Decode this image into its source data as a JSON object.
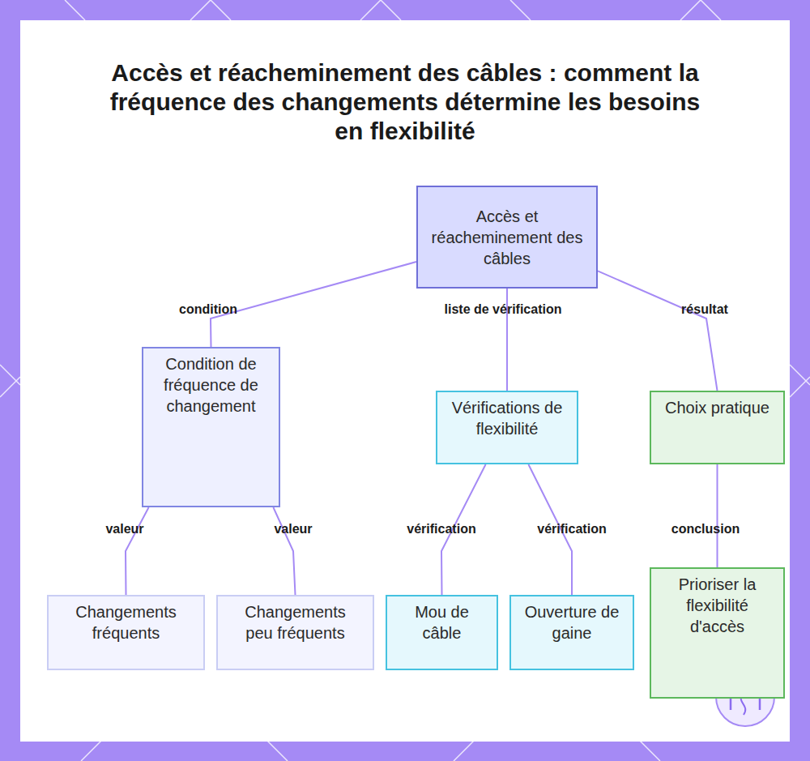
{
  "diagram": {
    "title": "Accès et réacheminement des câbles : comment la fréquence des changements détermine les besoins en flexibilité",
    "nodes": [
      {
        "text": [
          "Accès et réacheminement des câbles"
        ]
      },
      {
        "text": [
          "Condition de fréquence de changement"
        ]
      },
      {
        "text": [
          "Vérifications de flexibilité"
        ]
      },
      {
        "text": [
          "Choix pratique"
        ]
      },
      {
        "text": [
          "Changements fréquents"
        ]
      },
      {
        "text": [
          "Changements peu fréquents"
        ]
      },
      {
        "text": [
          "Mou de câble"
        ]
      },
      {
        "text": [
          "Ouverture de gaine"
        ]
      },
      {
        "text": [
          "Prioriser la flexibilité d'accès"
        ]
      }
    ],
    "edges": [
      {
        "from": 0,
        "to": 1,
        "label": "condition",
        "arrow": "none"
      },
      {
        "from": 0,
        "to": 2,
        "label": "liste de vérification",
        "arrow": "none"
      },
      {
        "from": 0,
        "to": 3,
        "label": "résultat",
        "arrow": "none"
      },
      {
        "from": 1,
        "to": 4,
        "label": "valeur",
        "arrow": "none"
      },
      {
        "from": 1,
        "to": 5,
        "label": "valeur",
        "arrow": "none"
      },
      {
        "from": 2,
        "to": 6,
        "label": "vérification",
        "arrow": "none"
      },
      {
        "from": 2,
        "to": 7,
        "label": "vérification",
        "arrow": "none"
      },
      {
        "from": 3,
        "to": 8,
        "label": "conclusion",
        "arrow": "none"
      }
    ]
  }
}
